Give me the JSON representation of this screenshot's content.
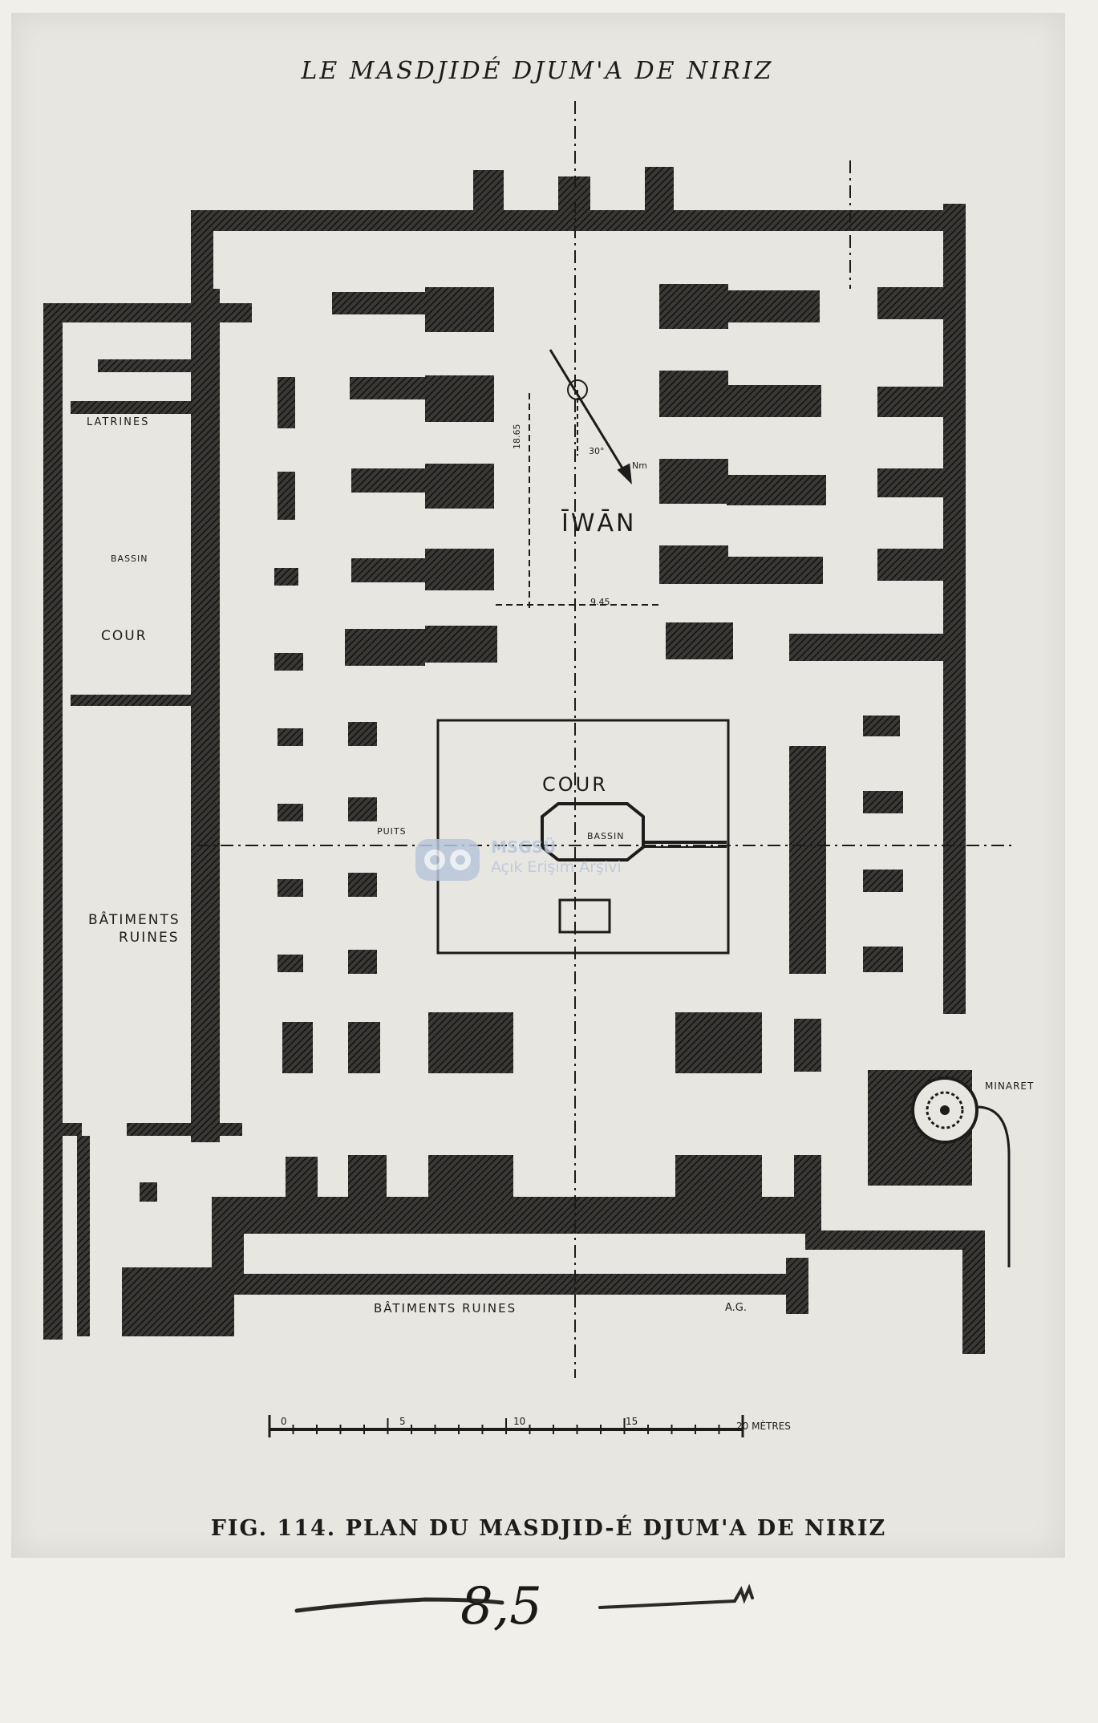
{
  "header": {
    "title": "LE MASDJIDÉ DJUM'A DE NIRIZ"
  },
  "plan_labels": {
    "iwan": "ĪWĀN",
    "cour_main": "COUR",
    "cour_side": "COUR",
    "latrines": "LATRINES",
    "bassin_side": "BASSIN",
    "bassin_main": "BASSIN",
    "puits": "PUITS",
    "batiments_ruines_left_1": "BÂTIMENTS",
    "batiments_ruines_left_2": "RUINES",
    "batiments_ruines_bottom": "BÂTIMENTS RUINES",
    "minaret": "MINARET",
    "initials": "A.G.",
    "dim_vertical": "18.65",
    "dim_horizontal": "9.45",
    "angle": "30°",
    "north": "Nm"
  },
  "scale_bar": {
    "ticks": [
      "0",
      "5",
      "10",
      "15",
      "20 MÈTRES"
    ]
  },
  "caption": "FIG. 114. PLAN DU MASDJID-É DJUM'A DE NIRIZ",
  "handwritten_number": "8,5",
  "watermark": {
    "name": "MSGSÜ",
    "subtitle": "Açık Erişim Arşivi"
  },
  "colors": {
    "ink": "#1d1c1a",
    "paper": "#e7e6e1",
    "card": "#f1efea",
    "watermark": "#b9c7db"
  }
}
